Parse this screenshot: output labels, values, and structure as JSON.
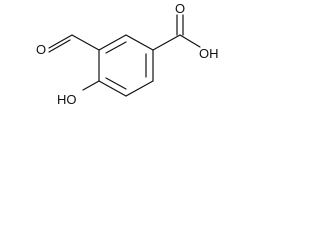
{
  "molecule": {
    "atoms": {
      "aldehyde_o": "O",
      "acid_oh": "OH",
      "acid_o": "O",
      "phenol_ho": "HO"
    },
    "colors": {
      "ink": "#111111",
      "background": "#ffffff"
    }
  }
}
